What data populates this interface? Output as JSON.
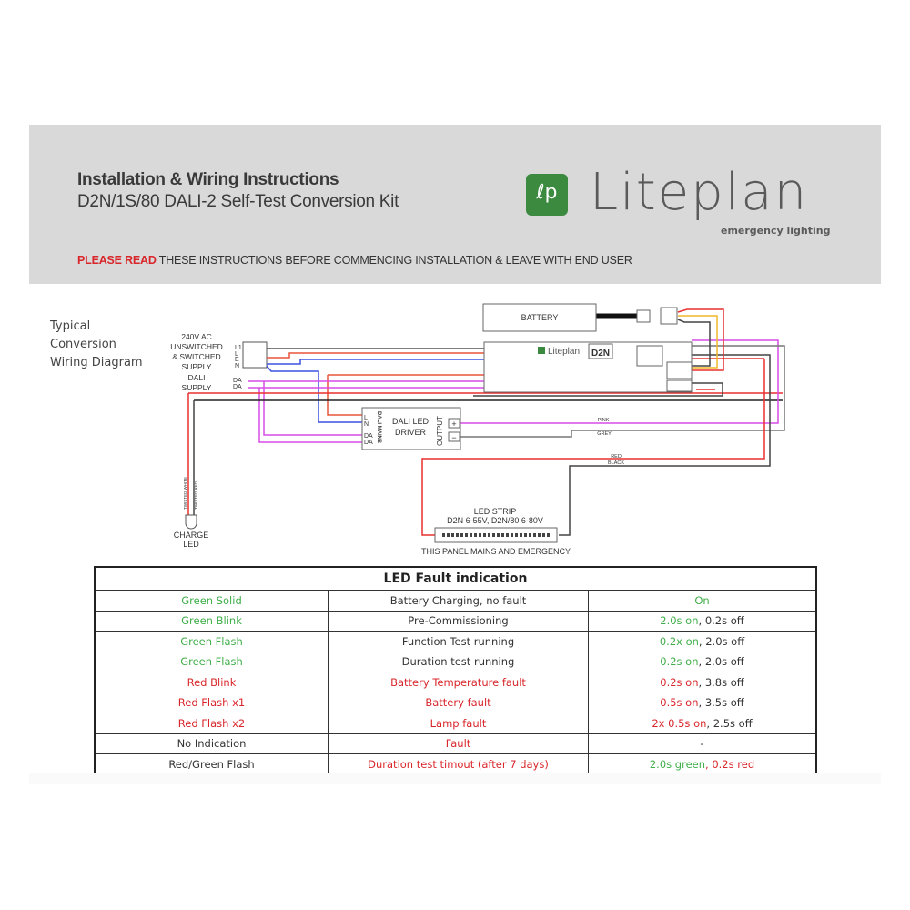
{
  "header": {
    "title": "Installation & Wiring Instructions",
    "subtitle": "D2N/1S/80 DALI-2 Self-Test Conversion Kit",
    "notice_highlight": "PLEASE READ",
    "notice_rest": " THESE INSTRUCTIONS BEFORE COMMENCING INSTALLATION & LEAVE WITH END USER",
    "logo_mark": "ℓp",
    "logo_name": "Liteplan",
    "logo_tagline": "emergency lighting"
  },
  "colors": {
    "brand_green": "#3b8a3f",
    "status_green": "#3fae49",
    "status_red": "#d9262b",
    "header_bg": "#d9d9d9"
  },
  "diagram": {
    "label_lines": [
      "Typical",
      "Conversion",
      "Wiring Diagram"
    ],
    "supply_label_lines": [
      "240V AC",
      "UNSWITCHED",
      "& SWITCHED",
      "SUPPLY"
    ],
    "dali_supply_lines": [
      "DALI",
      "SUPPLY"
    ],
    "terminal_labels": [
      "L1",
      "L",
      "E",
      "N"
    ],
    "dali_terminals": [
      "DA",
      "DA"
    ],
    "battery_label": "BATTERY",
    "module_brand": "Liteplan",
    "module_model": "D2N",
    "driver_label_lines": [
      "DALI LED",
      "DRIVER"
    ],
    "driver_mains": "DALI MAINS",
    "driver_output": "OUTPUT",
    "driver_inputs": [
      "L",
      "N",
      "DA",
      "DA"
    ],
    "output_plus": "+",
    "output_minus": "−",
    "wire_pink": "PINK",
    "wire_grey": "GREY",
    "wire_red": "RED",
    "wire_black": "BLACK",
    "charge_led_lines": [
      "CHARGE",
      "LED"
    ],
    "charge_wire_labels": [
      "TWISTED WHITE",
      "TWISTED RED"
    ],
    "led_strip_title": "LED STRIP",
    "led_strip_voltage": "D2N 6-55V, D2N/80 6-80V",
    "panel_note": "THIS PANEL MAINS AND EMERGENCY"
  },
  "fault_table": {
    "title": "LED Fault indication",
    "rows": [
      {
        "indication": "Green Solid",
        "ind_color": "g",
        "meaning": "Battery Charging, no fault",
        "mean_color": "k",
        "timing_a": "On",
        "timing_a_color": "g",
        "timing_b": "",
        "timing_b_color": "k"
      },
      {
        "indication": "Green Blink",
        "ind_color": "g",
        "meaning": "Pre-Commissioning",
        "mean_color": "k",
        "timing_a": "2.0s on",
        "timing_a_color": "g",
        "timing_b": ", 0.2s off",
        "timing_b_color": "k"
      },
      {
        "indication": "Green Flash",
        "ind_color": "g",
        "meaning": "Function Test running",
        "mean_color": "k",
        "timing_a": "0.2x on",
        "timing_a_color": "g",
        "timing_b": ", 2.0s off",
        "timing_b_color": "k"
      },
      {
        "indication": "Green Flash",
        "ind_color": "g",
        "meaning": "Duration test running",
        "mean_color": "k",
        "timing_a": "0.2s on",
        "timing_a_color": "g",
        "timing_b": ", 2.0s off",
        "timing_b_color": "k"
      },
      {
        "indication": "Red Blink",
        "ind_color": "r",
        "meaning": "Battery Temperature fault",
        "mean_color": "r",
        "timing_a": "0.2s on",
        "timing_a_color": "r",
        "timing_b": ", 3.8s off",
        "timing_b_color": "k"
      },
      {
        "indication": "Red Flash x1",
        "ind_color": "r",
        "meaning": "Battery fault",
        "mean_color": "r",
        "timing_a": "0.5s on",
        "timing_a_color": "r",
        "timing_b": ", 3.5s off",
        "timing_b_color": "k"
      },
      {
        "indication": "Red Flash x2",
        "ind_color": "r",
        "meaning": "Lamp fault",
        "mean_color": "r",
        "timing_a": "2x 0.5s on",
        "timing_a_color": "r",
        "timing_b": ", 2.5s off",
        "timing_b_color": "k"
      },
      {
        "indication": "No Indication",
        "ind_color": "k",
        "meaning": "Fault",
        "mean_color": "r",
        "timing_a": "-",
        "timing_a_color": "k",
        "timing_b": "",
        "timing_b_color": "k"
      },
      {
        "indication": "Red/Green Flash",
        "ind_color": "k",
        "meaning": "Duration test timout (after 7 days)",
        "mean_color": "r",
        "timing_a": "2.0s green",
        "timing_a_color": "g",
        "timing_b": ", 0.2s red",
        "timing_b_color": "r"
      }
    ]
  }
}
